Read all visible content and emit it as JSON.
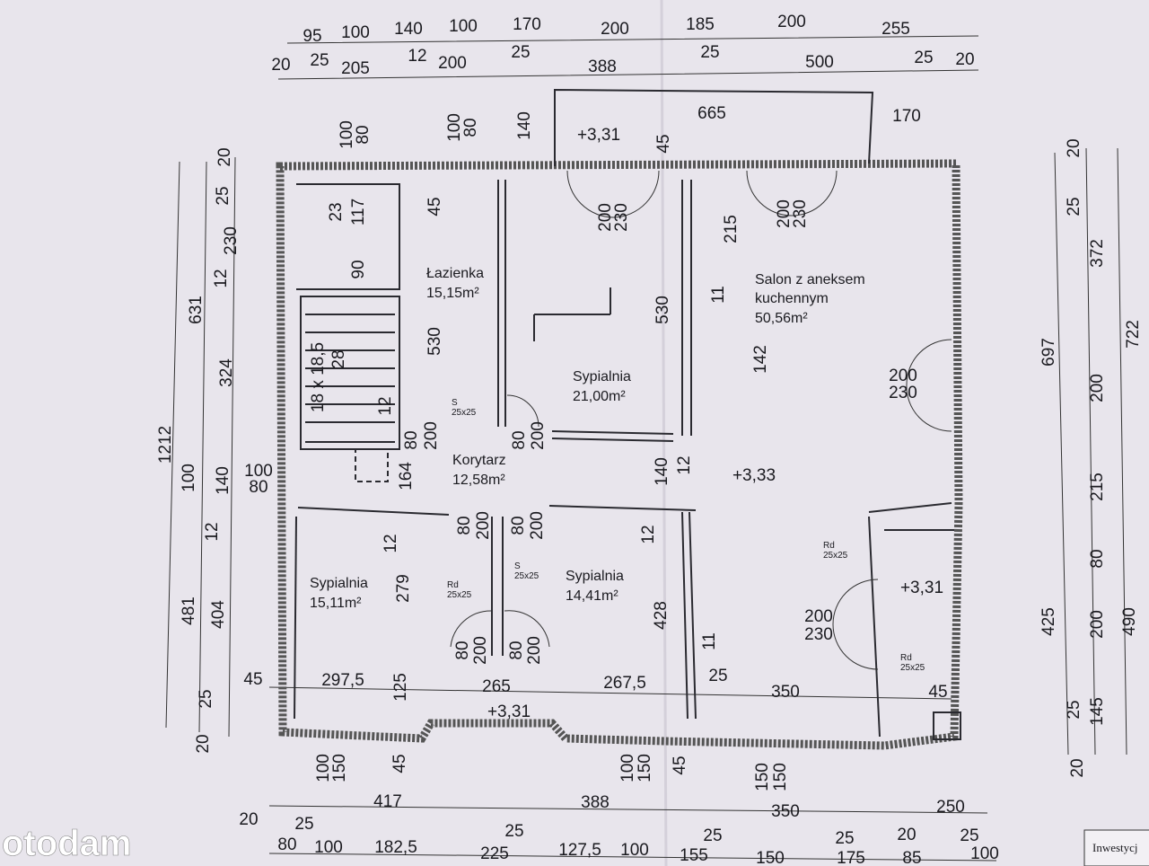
{
  "rooms": [
    {
      "name": "Łazienka",
      "area": "15,15m²"
    },
    {
      "name": "Sypialnia",
      "area": "21,00m²"
    },
    {
      "name": "Salon z aneksem",
      "name2": "kuchennym",
      "area": "50,56m²"
    },
    {
      "name": "Korytarz",
      "area": "12,58m²"
    },
    {
      "name": "Sypialnia",
      "area": "15,11m²"
    },
    {
      "name": "Sypialnia",
      "area": "14,41m²"
    }
  ],
  "dimensions": [
    "95",
    "100",
    "140",
    "100",
    "170",
    "200",
    "185",
    "200",
    "255",
    "20",
    "25",
    "205",
    "12",
    "200",
    "25",
    "388",
    "25",
    "500",
    "25",
    "20",
    "140",
    "665",
    "170",
    "+3,31",
    "45",
    "100",
    "80",
    "100",
    "80",
    "23",
    "117",
    "45",
    "90",
    "530",
    "18 x 18,5",
    "28",
    "12",
    "80",
    "200",
    "164",
    "80",
    "200",
    "200",
    "230",
    "215",
    "200",
    "230",
    "11",
    "142",
    "530",
    "200",
    "230",
    "140",
    "12",
    "+3,33",
    "12",
    "80",
    "200",
    "80",
    "200",
    "12",
    "279",
    "+3,31",
    "200",
    "230",
    "428",
    "11",
    "80",
    "200",
    "80",
    "200",
    "45",
    "297,5",
    "125",
    "265",
    "267,5",
    "25",
    "350",
    "45",
    "+3,31",
    "100",
    "150",
    "45",
    "100",
    "150",
    "45",
    "150",
    "150",
    "20",
    "25",
    "230",
    "12",
    "631",
    "324",
    "1212",
    "100",
    "140",
    "12",
    "481",
    "404",
    "25",
    "20",
    "100",
    "80",
    "20",
    "25",
    "372",
    "697",
    "722",
    "200",
    "215",
    "80",
    "200",
    "425",
    "490",
    "25",
    "145",
    "20",
    "20",
    "25",
    "417",
    "388",
    "350",
    "250",
    "80",
    "100",
    "182,5",
    "25",
    "225",
    "127,5",
    "100",
    "25",
    "155",
    "150",
    "25",
    "20",
    "25",
    "175",
    "85",
    "100"
  ],
  "small_labels": [
    "S",
    "25x25",
    "S",
    "25x25",
    "Rd",
    "25x25",
    "Rd",
    "25x25",
    "Rd",
    "25x25"
  ],
  "watermark": "otodam",
  "stamp": "Inwestycj"
}
